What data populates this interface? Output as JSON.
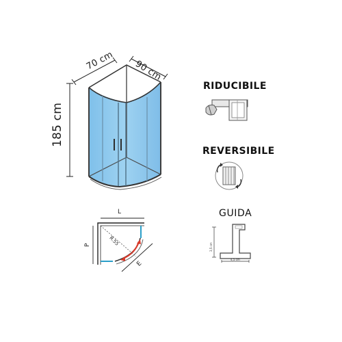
{
  "shower": {
    "dim_depth": "70 cm",
    "dim_width": "90 cm",
    "dim_height": "185 cm"
  },
  "plan": {
    "label_L": "L",
    "label_P": "P",
    "label_E": "E",
    "label_radius": "R.55"
  },
  "features": {
    "reducible": "RIDUCIBILE",
    "reversible": "REVERSIBILE",
    "guide": "GUIDA",
    "guide_dim_vertical": "3,5 cm",
    "guide_dim_horizontal": "4,5 cm"
  },
  "colors": {
    "glass": "#8fc8ec",
    "frame": "#555555",
    "arrow": "#d93a2b",
    "panel_teal": "#2a9fc9"
  }
}
